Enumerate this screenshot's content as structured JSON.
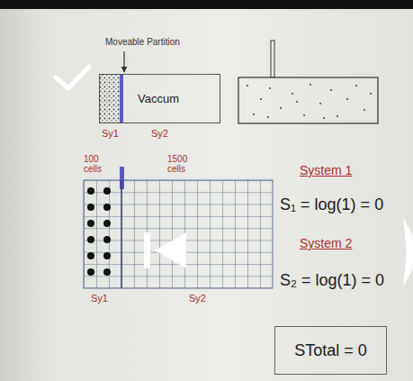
{
  "diagram": {
    "nodes": [
      {
        "text": [
          "Vaccum"
        ]
      },
      {
        "text": [
          "STotal = 0"
        ]
      }
    ],
    "labels": [
      "Moveable Partition",
      "Sy1",
      "Sy2",
      "100 cells",
      "1500 cells",
      "Sy1",
      "Sy2",
      "System 1",
      "S₁ = log(1) = 0",
      "System 2",
      "S₂ = log(1) = 0"
    ]
  }
}
